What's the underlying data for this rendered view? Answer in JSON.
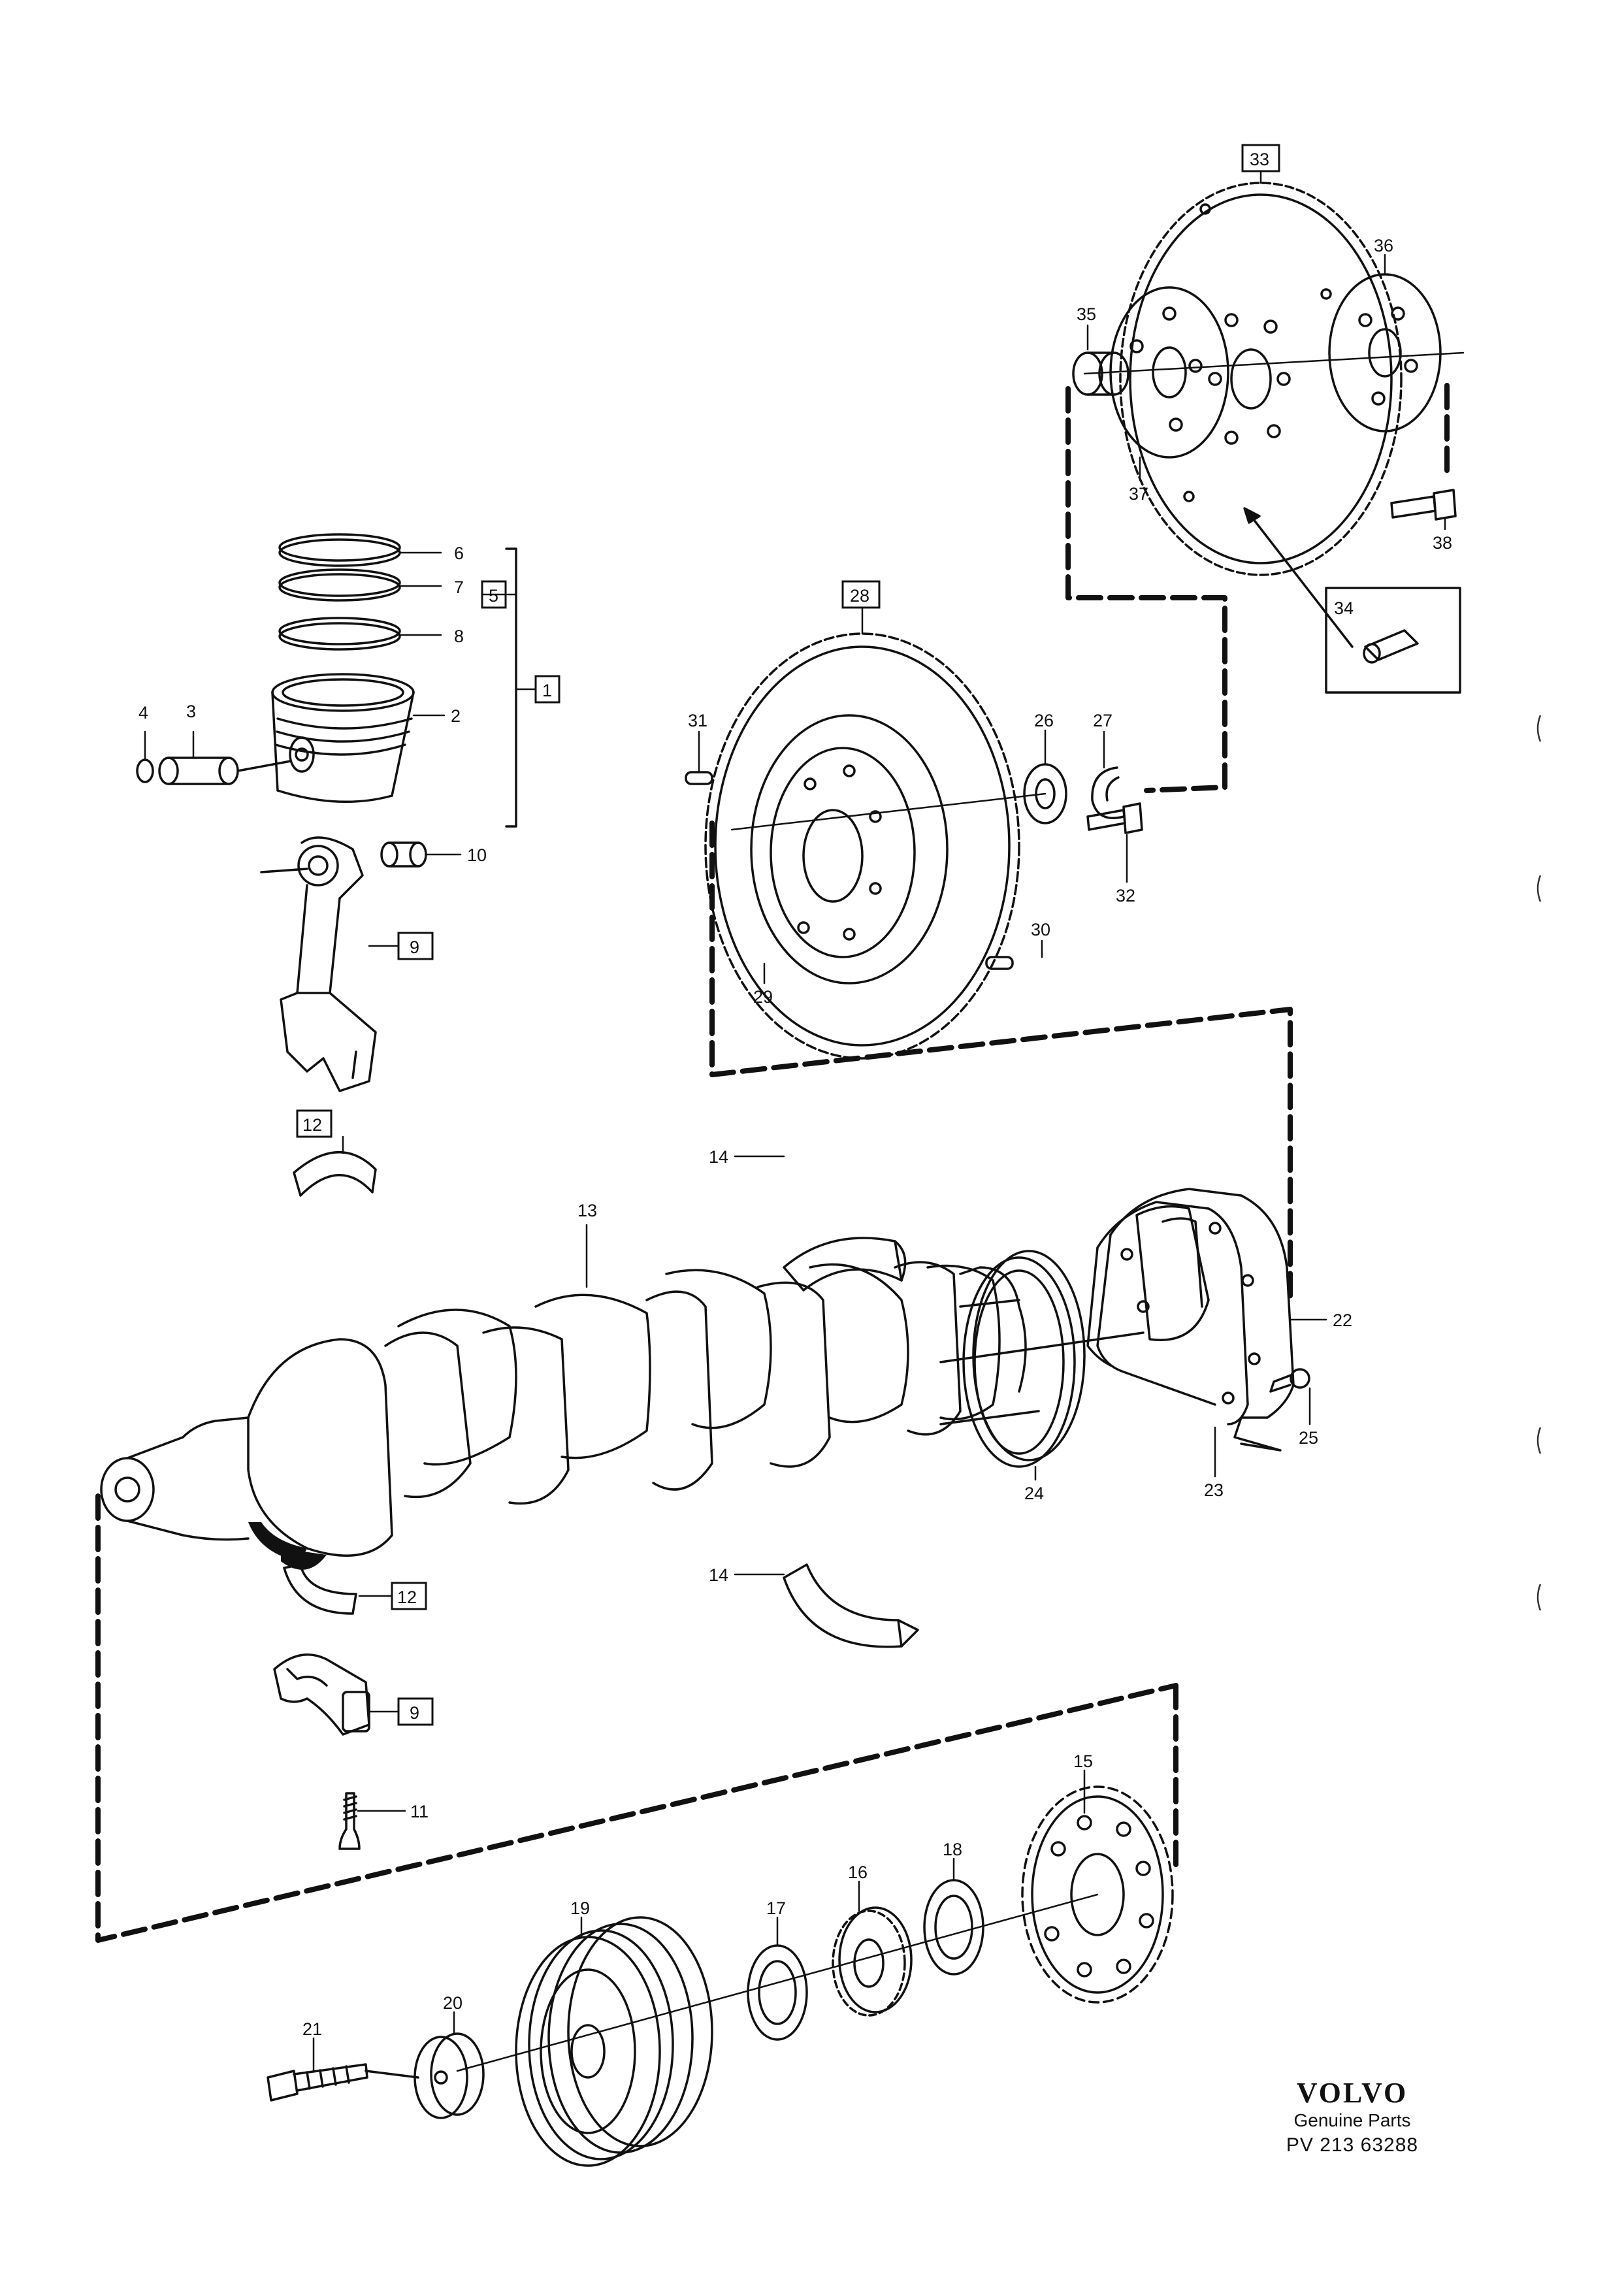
{
  "diagram": {
    "callouts": {
      "c1": "1",
      "c2": "2",
      "c3": "3",
      "c4": "4",
      "c5": "5",
      "c6": "6",
      "c7": "7",
      "c8": "8",
      "c9a": "9",
      "c9b": "9",
      "c10": "10",
      "c11": "11",
      "c12a": "12",
      "c12b": "12",
      "c13": "13",
      "c14a": "14",
      "c14b": "14",
      "c15": "15",
      "c16": "16",
      "c17": "17",
      "c18": "18",
      "c19": "19",
      "c20": "20",
      "c21": "21",
      "c22": "22",
      "c23": "23",
      "c24": "24",
      "c25": "25",
      "c26": "26",
      "c27": "27",
      "c28": "28",
      "c29": "29",
      "c30": "30",
      "c31": "31",
      "c32": "32",
      "c33": "33",
      "c34": "34",
      "c35": "35",
      "c36": "36",
      "c37": "37",
      "c38": "38"
    }
  },
  "brand": {
    "logo": "VOLVO",
    "subtitle": "Genuine Parts",
    "code": "PV 213 63288"
  }
}
